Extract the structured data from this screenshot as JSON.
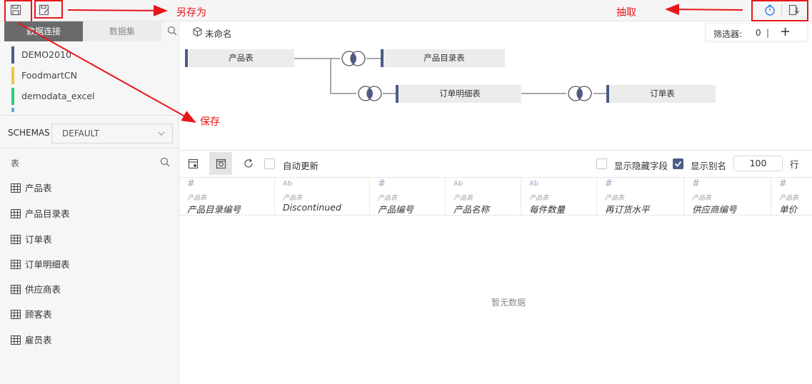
{
  "toolbar": {
    "save_icon": "save-icon",
    "save_as_icon": "save-as-icon",
    "extract_icon": "timer-icon",
    "download_icon": "download-icon"
  },
  "annotations": {
    "save_as": "另存为",
    "extract": "抽取",
    "save": "保存",
    "color": "#e8161b"
  },
  "sidebar": {
    "tabs": [
      "数据连接",
      "数据集"
    ],
    "connections": [
      {
        "name": "DEMO2010",
        "color": "#4c5c86"
      },
      {
        "name": "FoodmartCN",
        "color": "#f5c342"
      },
      {
        "name": "demodata_excel",
        "color": "#2ecc71"
      }
    ],
    "schemas_label": "SCHEMAS",
    "schemas_value": "DEFAULT",
    "tables_header": "表",
    "tables": [
      "产品表",
      "产品目录表",
      "订单表",
      "订单明细表",
      "供应商表",
      "顾客表",
      "雇员表"
    ]
  },
  "canvas": {
    "dataset_name": "未命名",
    "filter_label": "筛选器:",
    "filter_count": "0",
    "filter_sep": "|",
    "filter_add": "+",
    "nodes": [
      "产品表",
      "产品目录表",
      "订单明细表",
      "订单表"
    ]
  },
  "data_toolbar": {
    "auto_update_label": "自动更新",
    "show_hidden_label": "显示隐藏字段",
    "show_alias_label": "显示别名",
    "rows_value": "100",
    "rows_unit": "行"
  },
  "columns": [
    {
      "type": "#",
      "source": "产品表",
      "name": "产品目录编号"
    },
    {
      "type": "Ab",
      "source": "产品表",
      "name": "Discontinued"
    },
    {
      "type": "#",
      "source": "产品表",
      "name": "产品编号"
    },
    {
      "type": "Ab",
      "source": "产品表",
      "name": "产品名称"
    },
    {
      "type": "Ab",
      "source": "产品表",
      "name": "每件数量"
    },
    {
      "type": "#",
      "source": "产品表",
      "name": "再订货水平"
    },
    {
      "type": "#",
      "source": "产品表",
      "name": "供应商编号"
    },
    {
      "type": "#",
      "source": "产品表",
      "name": "单价"
    }
  ],
  "empty_text": "暂无数据"
}
